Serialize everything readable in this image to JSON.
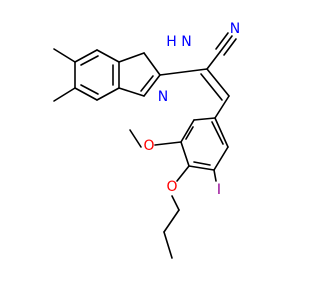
{
  "molecule": {
    "atoms": [
      {
        "id": "NH",
        "label": "H N",
        "color": "#0000ff"
      },
      {
        "id": "N_imine",
        "label": "N",
        "color": "#0000ff"
      },
      {
        "id": "N_nitrile",
        "label": "N",
        "color": "#0000ff"
      },
      {
        "id": "O_methoxy",
        "label": "O",
        "color": "#ff0000"
      },
      {
        "id": "O_propoxy",
        "label": "O",
        "color": "#ff0000"
      },
      {
        "id": "I",
        "label": "I",
        "color": "#940094"
      }
    ]
  }
}
